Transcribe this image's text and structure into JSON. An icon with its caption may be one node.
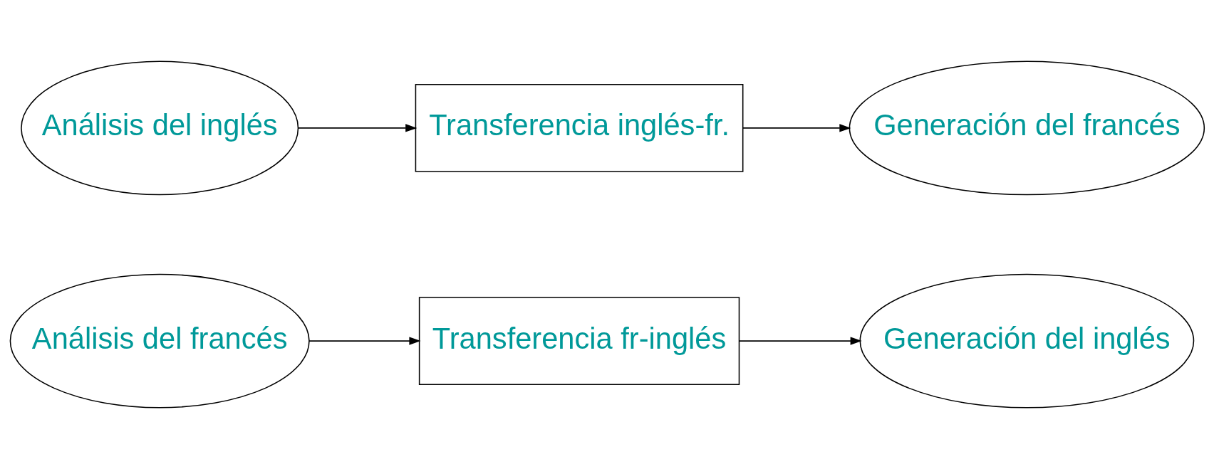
{
  "diagram": {
    "nodes": [
      {
        "text": [
          "Análisis del francés"
        ]
      },
      {
        "text": [
          "Transferencia fr-inglés"
        ]
      },
      {
        "text": [
          "Generación del inglés"
        ]
      },
      {
        "text": [
          "Análisis del inglés"
        ]
      },
      {
        "text": [
          "Transferencia inglés-fr."
        ]
      },
      {
        "text": [
          "Generación del francés"
        ]
      }
    ],
    "edges": [
      {
        "from": 0,
        "to": 1,
        "arrow": "to"
      },
      {
        "from": 1,
        "to": 2,
        "arrow": "to"
      },
      {
        "from": 3,
        "to": 4,
        "arrow": "to"
      },
      {
        "from": 4,
        "to": 5,
        "arrow": "to"
      }
    ]
  }
}
